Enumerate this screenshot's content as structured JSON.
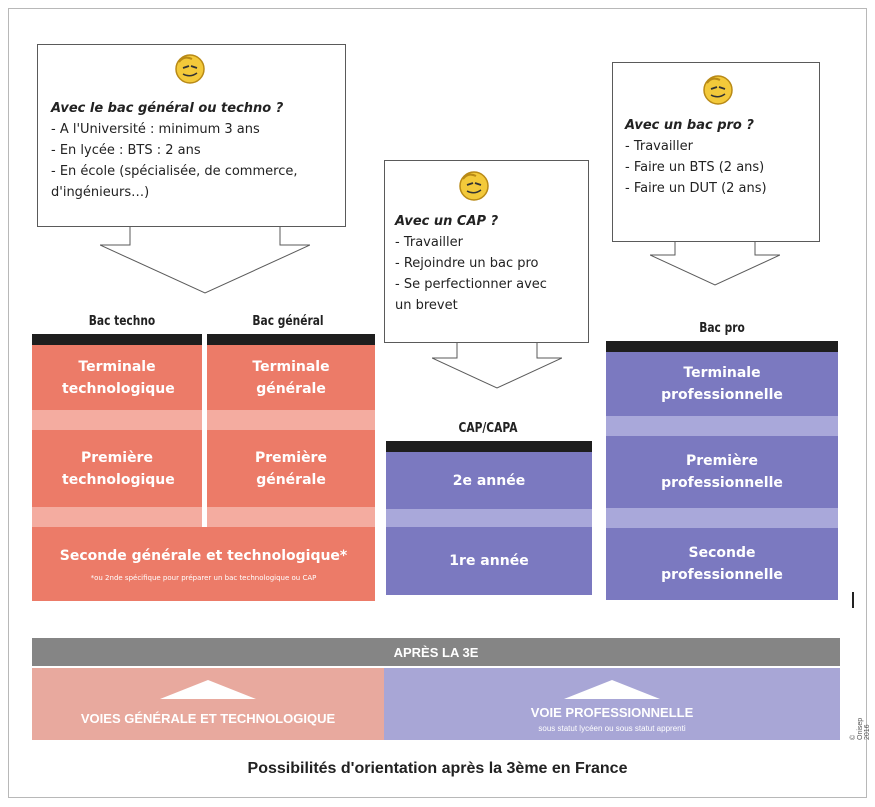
{
  "callout_general": {
    "title": "Avec le bac général ou techno ?",
    "items": [
      "- A l'Université : minimum 3 ans",
      "- En lycée : BTS : 2 ans",
      "- En école (spécialisée, de commerce,",
      "d'ingénieurs…)"
    ]
  },
  "callout_cap": {
    "title": "Avec un CAP ?",
    "items": [
      "- Travailler",
      "- Rejoindre un bac pro",
      "- Se perfectionner avec",
      "un brevet"
    ]
  },
  "callout_pro": {
    "title": "Avec un bac pro ?",
    "items": [
      "- Travailler",
      "- Faire un BTS (2 ans)",
      "- Faire un DUT (2 ans)"
    ]
  },
  "columns": {
    "bac_techno": {
      "title": "Bac techno",
      "terminale": "Terminale technologique",
      "premiere": "Première technologique"
    },
    "bac_general": {
      "title": "Bac général",
      "terminale": "Terminale générale",
      "premiere": "Première générale"
    },
    "seconde_gt": {
      "label": "Seconde générale et technologique*",
      "note": "*ou 2nde spécifique pour préparer un bac technologique ou CAP"
    },
    "cap": {
      "title": "CAP/CAPA",
      "year2": "2e année",
      "year1": "1re année"
    },
    "bac_pro": {
      "title": "Bac pro",
      "terminale": "Terminale professionnelle",
      "premiere": "Première professionnelle",
      "seconde": "Seconde professionnelle"
    }
  },
  "bottom": {
    "header": "APRÈS LA 3E",
    "left_label": "VOIES GÉNÉRALE ET TECHNOLOGIQUE",
    "right_label": "VOIE PROFESSIONNELLE",
    "right_sub": "sous statut lycéen ou sous statut apprenti",
    "copyright": "© Onisep 2016"
  },
  "caption": "Possibilités d'orientation après la 3ème en France",
  "colors": {
    "red": "#ec7b68",
    "purple": "#7b79c0",
    "gray": "#858585"
  }
}
